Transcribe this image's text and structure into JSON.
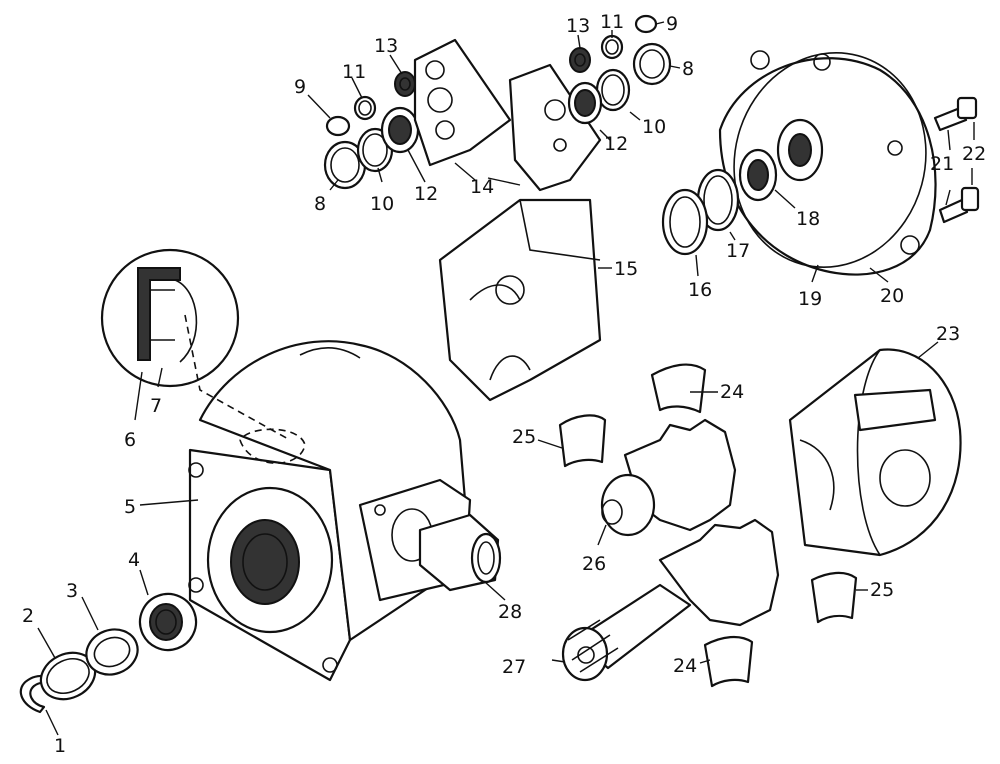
{
  "labels": [
    {
      "id": "1",
      "text": "1"
    },
    {
      "id": "2",
      "text": "2"
    },
    {
      "id": "3",
      "text": "3"
    },
    {
      "id": "4",
      "text": "4"
    },
    {
      "id": "5",
      "text": "5"
    },
    {
      "id": "6",
      "text": "6"
    },
    {
      "id": "7",
      "text": "7"
    },
    {
      "id": "8a",
      "text": "8"
    },
    {
      "id": "9a",
      "text": "9"
    },
    {
      "id": "10a",
      "text": "10"
    },
    {
      "id": "11a",
      "text": "11"
    },
    {
      "id": "12a",
      "text": "12"
    },
    {
      "id": "13a",
      "text": "13"
    },
    {
      "id": "14",
      "text": "14"
    },
    {
      "id": "13b",
      "text": "13"
    },
    {
      "id": "11b",
      "text": "11"
    },
    {
      "id": "9b",
      "text": "9"
    },
    {
      "id": "8b",
      "text": "8"
    },
    {
      "id": "10b",
      "text": "10"
    },
    {
      "id": "12b",
      "text": "12"
    },
    {
      "id": "15",
      "text": "15"
    },
    {
      "id": "16",
      "text": "16"
    },
    {
      "id": "17",
      "text": "17"
    },
    {
      "id": "18",
      "text": "18"
    },
    {
      "id": "19",
      "text": "19"
    },
    {
      "id": "20",
      "text": "20"
    },
    {
      "id": "21",
      "text": "21"
    },
    {
      "id": "22",
      "text": "22"
    },
    {
      "id": "23",
      "text": "23"
    },
    {
      "id": "24a",
      "text": "24"
    },
    {
      "id": "25a",
      "text": "25"
    },
    {
      "id": "26",
      "text": "26"
    },
    {
      "id": "27",
      "text": "27"
    },
    {
      "id": "28",
      "text": "28"
    },
    {
      "id": "25b",
      "text": "25"
    },
    {
      "id": "24b",
      "text": "24"
    }
  ],
  "colors": {
    "ink": "#111111",
    "paper": "#ffffff"
  }
}
